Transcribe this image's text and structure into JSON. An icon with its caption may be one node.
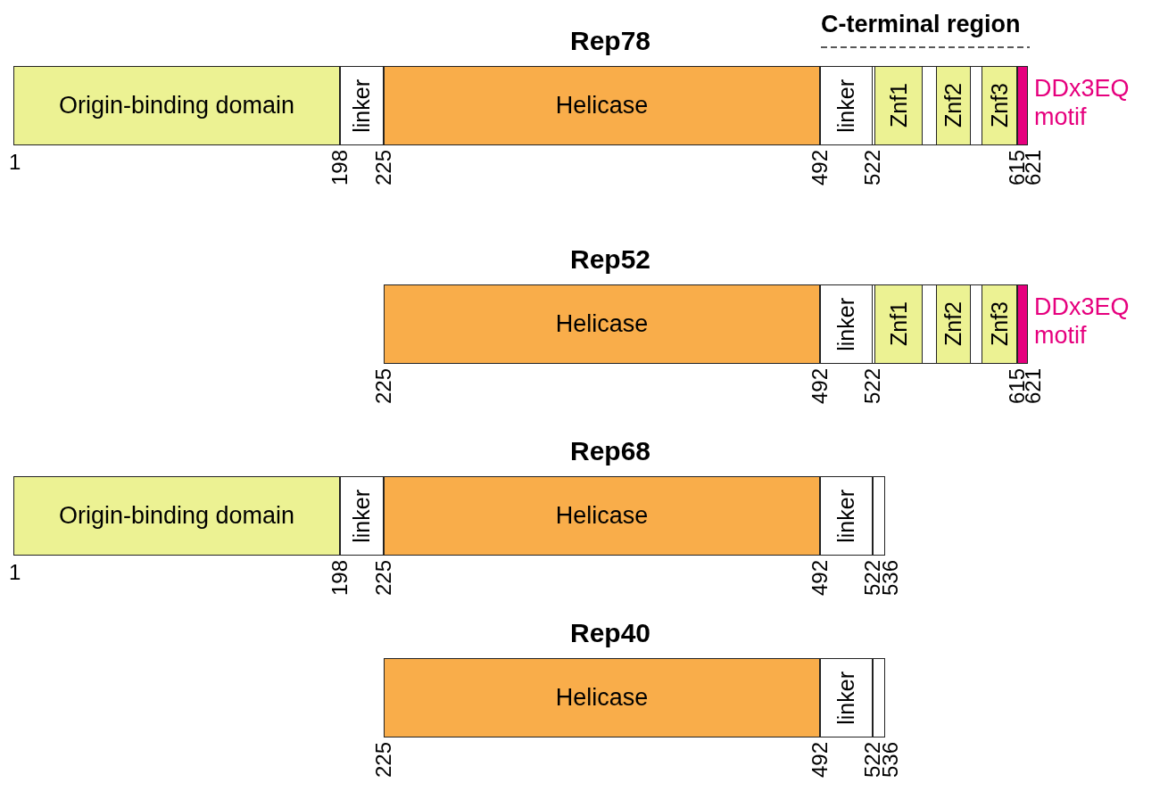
{
  "diagram": {
    "nodes": [
      {
        "text": [
          "Rep78"
        ]
      },
      {
        "text": [
          "Origin-binding domain"
        ],
        "in": 0
      },
      {
        "text": [
          "linker"
        ],
        "in": 0
      },
      {
        "text": [
          "Helicase"
        ],
        "in": 0
      },
      {
        "text": [
          "linker"
        ],
        "in": 0
      },
      {
        "text": [
          "Znf1"
        ],
        "in": 0
      },
      {
        "text": [
          "Znf2"
        ],
        "in": 0
      },
      {
        "text": [
          "Znf3"
        ],
        "in": 0
      },
      {
        "text": [
          "DDx3EQ motif"
        ],
        "in": 0
      },
      {
        "text": [
          "Rep52"
        ]
      },
      {
        "text": [
          "Helicase"
        ],
        "in": 9
      },
      {
        "text": [
          "linker"
        ],
        "in": 9
      },
      {
        "text": [
          "Znf1"
        ],
        "in": 9
      },
      {
        "text": [
          "Znf2"
        ],
        "in": 9
      },
      {
        "text": [
          "Znf3"
        ],
        "in": 9
      },
      {
        "text": [
          "DDx3EQ motif"
        ],
        "in": 9
      },
      {
        "text": [
          "Rep68"
        ]
      },
      {
        "text": [
          "Origin-binding domain"
        ],
        "in": 16
      },
      {
        "text": [
          "linker"
        ],
        "in": 16
      },
      {
        "text": [
          "Helicase"
        ],
        "in": 16
      },
      {
        "text": [
          "linker"
        ],
        "in": 16
      },
      {
        "text": [],
        "shape": "box",
        "in": 16
      },
      {
        "text": [
          "Rep40"
        ]
      },
      {
        "text": [
          "Helicase"
        ],
        "in": 22
      },
      {
        "text": [
          "linker"
        ],
        "in": 22
      },
      {
        "text": [],
        "shape": "box",
        "in": 22
      }
    ],
    "labels": [
      "C-terminal region",
      "1",
      "198",
      "225",
      "492",
      "522",
      "615",
      "621",
      "225",
      "492",
      "522",
      "615",
      "621",
      "1",
      "198",
      "225",
      "492",
      "522",
      "536",
      "225",
      "492",
      "522",
      "536"
    ]
  }
}
